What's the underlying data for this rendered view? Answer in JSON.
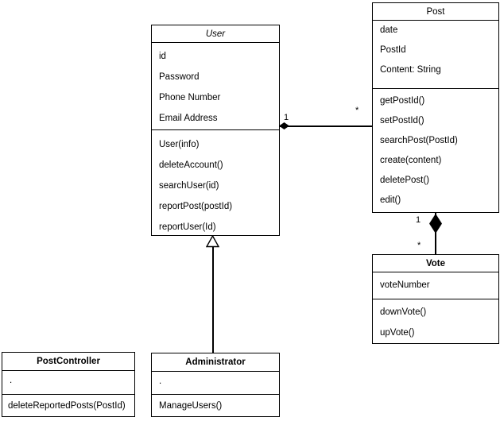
{
  "diagram": {
    "classes": {
      "user": {
        "title": "User",
        "attributes": [
          "id",
          "Password",
          "Phone Number",
          "Email Address"
        ],
        "methods": [
          "User(info)",
          "deleteAccount()",
          "searchUser(id)",
          "reportPost(postId)",
          "reportUser(Id)"
        ]
      },
      "post": {
        "title": "Post",
        "attributes": [
          "date",
          "PostId",
          "Content: String"
        ],
        "methods": [
          "getPostId()",
          "setPostId()",
          "searchPost(PostId)",
          "create(content)",
          "deletePost()",
          "edit()"
        ]
      },
      "vote": {
        "title": "Vote",
        "attributes": [
          "voteNumber"
        ],
        "methods": [
          "downVote()",
          "upVote()"
        ]
      },
      "postcontroller": {
        "title": "PostController",
        "attributes": [
          "."
        ],
        "methods": [
          "deleteReportedPosts(PostId)"
        ]
      },
      "administrator": {
        "title": "Administrator",
        "attributes": [
          "."
        ],
        "methods": [
          "ManageUsers()"
        ]
      }
    },
    "relationships": {
      "user_post": {
        "type": "association",
        "source_multiplicity": "1",
        "target_multiplicity": "*"
      },
      "post_vote": {
        "type": "composition",
        "source_multiplicity": "1",
        "target_multiplicity": "*"
      },
      "admin_user": {
        "type": "generalization"
      }
    },
    "colors": {
      "stroke": "#000000",
      "background": "#ffffff"
    }
  }
}
